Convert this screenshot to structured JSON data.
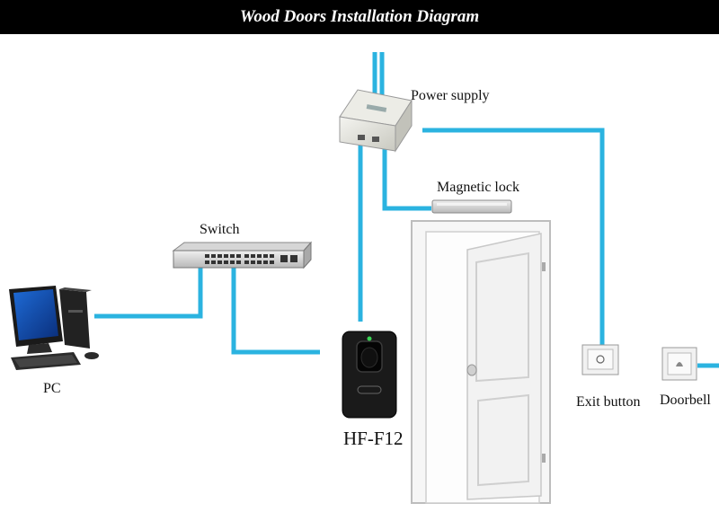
{
  "title": "Wood Doors Installation Diagram",
  "labels": {
    "power_supply": "Power supply",
    "magnetic_lock": "Magnetic lock",
    "switch": "Switch",
    "pc": "PC",
    "reader": "HF-F12",
    "exit_button": "Exit button",
    "doorbell": "Doorbell"
  },
  "colors": {
    "wire": "#2bb3e0",
    "header_bg": "#000000",
    "header_text": "#ffffff"
  }
}
